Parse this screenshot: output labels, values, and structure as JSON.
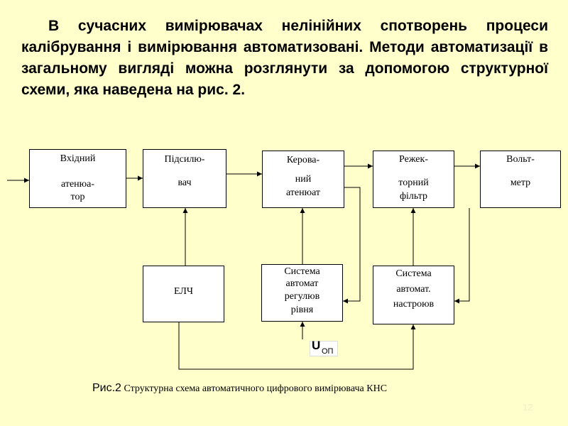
{
  "intro": "В сучасних вимірювачах нелінійних спотворень процеси калібрування і вимірювання автоматизовані. Методи автоматизації в загальному вигляді можна розглянути за допомогою структурної схеми, яка наведена на рис. 2.",
  "blocks": {
    "attenuator": [
      "Вхідний",
      "атенюа-",
      "тор"
    ],
    "amplifier": [
      "Підсилю-",
      "вач"
    ],
    "controlled_attenuator": [
      "Керова-",
      "ний",
      "атенюат"
    ],
    "notch_filter": [
      "Режек-",
      "торний",
      "фільтр"
    ],
    "voltmeter": [
      "Вольт-",
      "метр"
    ],
    "elch": [
      "ЕЛЧ"
    ],
    "level_control": [
      "Система",
      "автомат",
      "регулюв",
      "рівня"
    ],
    "tuning_system": [
      "Система",
      "автомат.",
      "настроюв"
    ]
  },
  "uop": {
    "symbol": "U",
    "subscript": "ОП"
  },
  "caption": {
    "lead": "Рис.2",
    "text": " Структурна схема автоматичного цифрового вимірювача КНС"
  },
  "slide_number": "12"
}
